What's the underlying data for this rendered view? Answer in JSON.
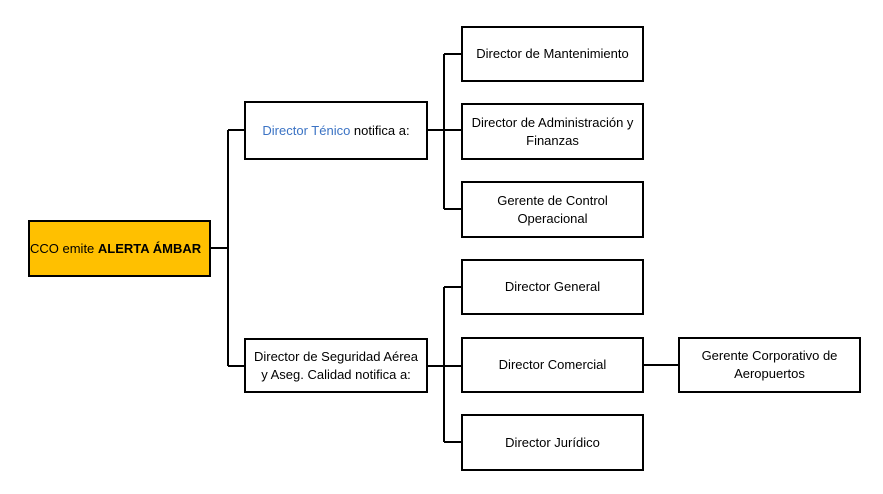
{
  "root": {
    "prefix": "CCO emite ",
    "emphasis": "ALERTA ÁMBAR",
    "fill_color": "#ffc000"
  },
  "level1": {
    "technical": {
      "name": "Director Ténico",
      "suffix": " notifica a:",
      "name_color": "#3b73c4"
    },
    "safety": {
      "text": "Director de Seguridad Aérea y Aseg. Calidad notifica a:"
    }
  },
  "level2": {
    "maintenance": "Director de Mantenimiento",
    "administration": "Director de Administración y Finanzas",
    "operational_control": "Gerente de Control Operacional",
    "general": "Director General",
    "commercial": "Director Comercial",
    "legal": "Director Jurídico"
  },
  "level3": {
    "airports": "Gerente Corporativo de Aeropuertos"
  }
}
